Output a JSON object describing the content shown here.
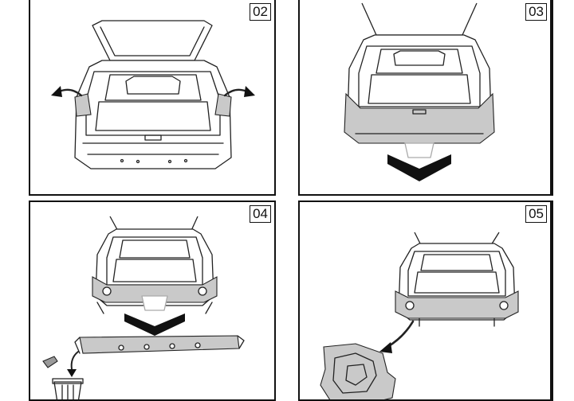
{
  "panels": [
    {
      "id": "p02",
      "step": "02"
    },
    {
      "id": "p03",
      "step": "03"
    },
    {
      "id": "p04",
      "step": "04"
    },
    {
      "id": "p05",
      "step": "05"
    }
  ]
}
